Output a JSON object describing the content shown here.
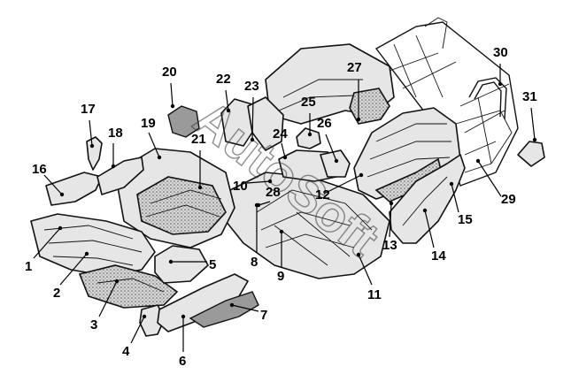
{
  "watermark": "AutoSoft",
  "callouts": [
    {
      "id": "c1",
      "label": "1"
    },
    {
      "id": "c2",
      "label": "2"
    },
    {
      "id": "c3",
      "label": "3"
    },
    {
      "id": "c4",
      "label": "4"
    },
    {
      "id": "c5",
      "label": "5"
    },
    {
      "id": "c6",
      "label": "6"
    },
    {
      "id": "c7",
      "label": "7"
    },
    {
      "id": "c8",
      "label": "8"
    },
    {
      "id": "c9",
      "label": "9"
    },
    {
      "id": "c10",
      "label": "10"
    },
    {
      "id": "c11",
      "label": "11"
    },
    {
      "id": "c12",
      "label": "12"
    },
    {
      "id": "c13",
      "label": "13"
    },
    {
      "id": "c14",
      "label": "14"
    },
    {
      "id": "c15",
      "label": "15"
    },
    {
      "id": "c16",
      "label": "16"
    },
    {
      "id": "c17",
      "label": "17"
    },
    {
      "id": "c18",
      "label": "18"
    },
    {
      "id": "c19",
      "label": "19"
    },
    {
      "id": "c20",
      "label": "20"
    },
    {
      "id": "c21",
      "label": "21"
    },
    {
      "id": "c22",
      "label": "22"
    },
    {
      "id": "c23",
      "label": "23"
    },
    {
      "id": "c24",
      "label": "24"
    },
    {
      "id": "c25",
      "label": "25"
    },
    {
      "id": "c26",
      "label": "26"
    },
    {
      "id": "c27",
      "label": "27"
    },
    {
      "id": "c28",
      "label": "28"
    },
    {
      "id": "c29",
      "label": "29"
    },
    {
      "id": "c30",
      "label": "30"
    },
    {
      "id": "c31",
      "label": "31"
    }
  ]
}
